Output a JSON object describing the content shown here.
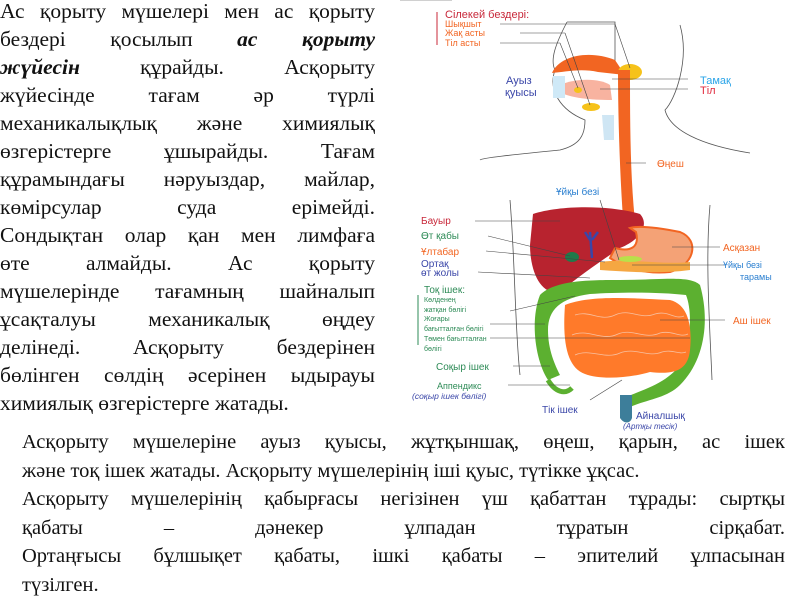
{
  "left_text": {
    "lines": [
      {
        "a": "Ас қорыту мүшелері мен ас қорыту",
        "b": "",
        "c": ""
      },
      {
        "a": "бездері қосылып ",
        "b": "ас қорыту",
        "c": ""
      },
      {
        "a": "",
        "b": "жүйесін",
        "c": " құрайды. Асқорыту"
      },
      {
        "a": "жүйесінде тағам әр түрлі",
        "b": "",
        "c": ""
      },
      {
        "a": "механикалықлық және химиялық",
        "b": "",
        "c": ""
      },
      {
        "a": "өзгерістерге ұшырайды. Тағам",
        "b": "",
        "c": ""
      },
      {
        "a": "құрамындағы нәруыздар, майлар,",
        "b": "",
        "c": ""
      },
      {
        "a": "көмірсулар суда ерімейді.",
        "b": "",
        "c": ""
      },
      {
        "a": "Сондықтан олар қан мен лимфаға",
        "b": "",
        "c": ""
      },
      {
        "a": "өте алмайды. Ас қорыту",
        "b": "",
        "c": ""
      },
      {
        "a": "мүшелерінде тағамның шайналып",
        "b": "",
        "c": ""
      },
      {
        "a": "ұсақталуы механикалық өңдеу",
        "b": "",
        "c": ""
      },
      {
        "a": "делінеді. Асқорыту бездерінен",
        "b": "",
        "c": ""
      },
      {
        "a": "бөлінген сөлдің әсерінен ыдырауы",
        "b": "",
        "c": ""
      },
      {
        "a": "химиялық өзгерістерге жатады.",
        "b": "",
        "c": ""
      }
    ]
  },
  "bottom_text": {
    "lines": [
      "Асқорыту мүшелеріне ауыз қуысы, жұтқыншақ, өңеш, қарын, ас ішек",
      "және тоқ ішек жатады. Асқорыту мүшелерінің іші қуыс, түтікке ұқсас.",
      "Асқорыту мүшелерінің қабырғасы негізінен үш қабаттан тұрады: сыртқы",
      "қабаты – дәнекер ұлпадан тұратын сірқабат.",
      "Ортаңғысы бұлшықет қабаты, ішкі қабаты – эпителий ұлпасынан",
      "түзілген."
    ]
  },
  "diagram": {
    "salivary_title": "Сілекей бездері:",
    "salivary_items": [
      "Шықшыт",
      "Жақ асты",
      "Тіл асты"
    ],
    "mouth": [
      "Ауыз",
      "қуысы"
    ],
    "throat": "Тамақ",
    "tongue": "Тіл",
    "esophagus": "Өңеш",
    "pancreas": "Ұйқы безі",
    "liver": "Бауыр",
    "gallbladder": "Өт қабы",
    "duodenum": "Ұлтабар",
    "bile_duct": [
      "Ортақ",
      "өт жолы"
    ],
    "colon_title": "Тоқ ішек:",
    "colon_items": [
      "Көлденең",
      "жатқан бөлігі",
      "Жоғары",
      "бағытталған бөлігі",
      "Төмен бағытталған",
      "бөлігі"
    ],
    "cecum": "Соқыр ішек",
    "appendix": "Аппендикс",
    "appendix_note": "(соқыр ішек бөлігі)",
    "rectum": "Тік ішек",
    "anus": "Айналшық",
    "anus_note": "(Артқы тесік)",
    "stomach": "Асқазан",
    "pancreatic_duct": [
      "Ұйқы безі",
      "тарамы"
    ],
    "small_intestine": "Аш ішек",
    "colors": {
      "red": "#c8283a",
      "orange": "#f26522",
      "green": "#2e8b57",
      "blue": "#3a46a8",
      "light_blue": "#2aa4e8",
      "colon": "#5cb030",
      "intestine": "#ff7a2a",
      "liver": "#b8232f"
    }
  }
}
